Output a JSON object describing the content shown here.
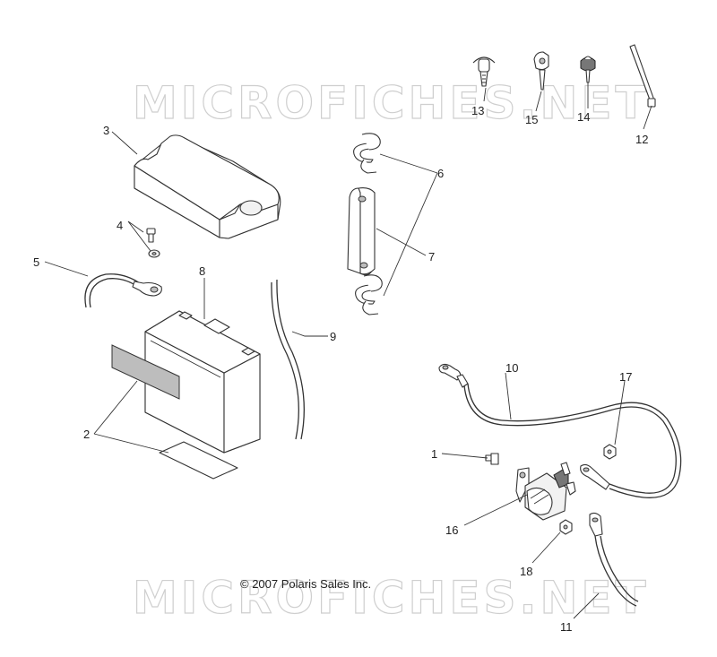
{
  "watermarks": [
    "MICROFICHES.NET",
    "MICROFICHES.NET"
  ],
  "copyright": "© 2007 Polaris Sales Inc.",
  "callouts": {
    "c1": "1",
    "c2": "2",
    "c3": "3",
    "c4": "4",
    "c5": "5",
    "c6": "6",
    "c7": "7",
    "c8": "8",
    "c9": "9",
    "c10": "10",
    "c11": "11",
    "c12": "12",
    "c13": "13",
    "c14": "14",
    "c15": "15",
    "c16": "16",
    "c17": "17",
    "c18": "18"
  }
}
